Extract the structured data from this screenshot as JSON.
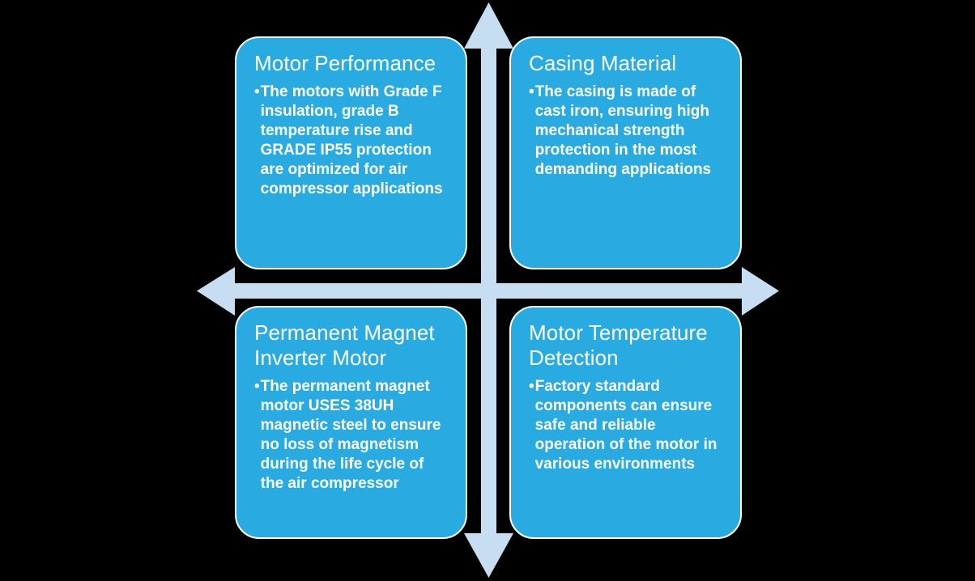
{
  "diagram": {
    "type": "quadrant-arrow-cross",
    "background_color": "#000000",
    "box_color": "#29abe2",
    "arrow_color": "#c7def2",
    "text_color": "#ffffff",
    "arrows": {
      "up_icon": "arrow-up-icon",
      "down_icon": "arrow-down-icon",
      "left_icon": "arrow-left-icon",
      "right_icon": "arrow-right-icon"
    },
    "quadrants": [
      {
        "id": "motor-performance",
        "position": "top-left",
        "title": "Motor Performance",
        "bullet": "•",
        "body": "The motors with Grade F insulation, grade B temperature rise and GRADE IP55 protection are optimized for air compressor applications"
      },
      {
        "id": "casing-material",
        "position": "top-right",
        "title": "Casing Material",
        "bullet": "•",
        "body": "The casing is made of cast iron, ensuring high mechanical strength protection in the most demanding applications"
      },
      {
        "id": "permanent-magnet-inverter-motor",
        "position": "bottom-left",
        "title": "Permanent Magnet Inverter Motor",
        "bullet": "•",
        "body": "The permanent magnet motor USES 38UH magnetic steel to ensure no loss of magnetism during the life cycle of the air compressor"
      },
      {
        "id": "motor-temperature-detection",
        "position": "bottom-right",
        "title": "Motor Temperature Detection",
        "bullet": "•",
        "body": "Factory standard components can ensure safe and reliable operation of the motor in various environments"
      }
    ]
  }
}
